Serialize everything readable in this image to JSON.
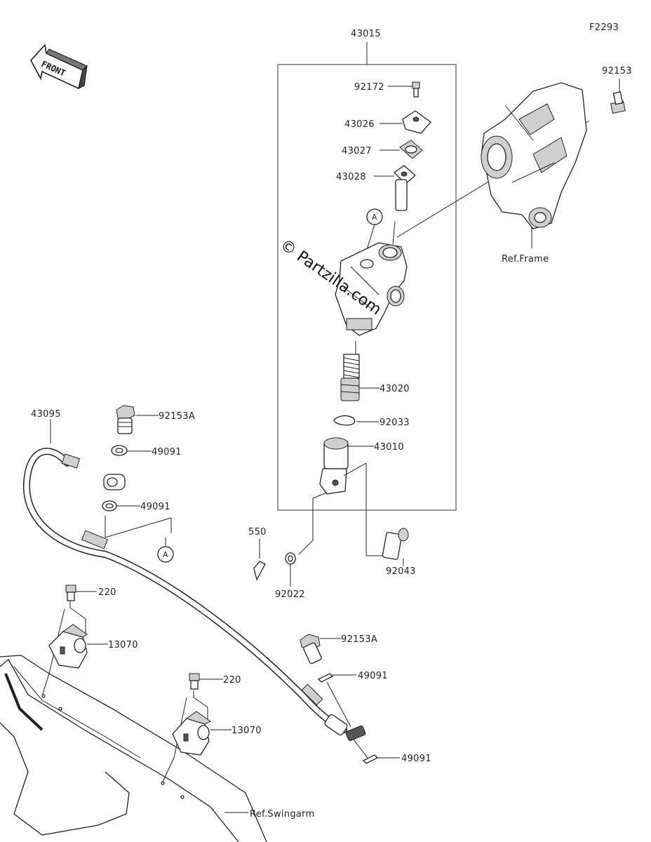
{
  "figure_code": "F2293",
  "front_label": "FRONT",
  "watermark": "© Partzilla.com",
  "circle_marker": "A",
  "refs": {
    "frame": "Ref.Frame",
    "swingarm": "Ref.Swingarm"
  },
  "parts": {
    "p43015": "43015",
    "p92172": "92172",
    "p43026": "43026",
    "p43027": "43027",
    "p43028": "43028",
    "p92153": "92153",
    "p43020": "43020",
    "p92033": "92033",
    "p43010": "43010",
    "p550": "550",
    "p92022": "92022",
    "p92043": "92043",
    "p43095": "43095",
    "p92153A_top": "92153A",
    "p49091_1": "49091",
    "p49091_2": "49091",
    "p220_1": "220",
    "p13070_1": "13070",
    "p220_2": "220",
    "p13070_2": "13070",
    "p92153A_bottom": "92153A",
    "p49091_3": "49091",
    "p49091_4": "49091"
  }
}
